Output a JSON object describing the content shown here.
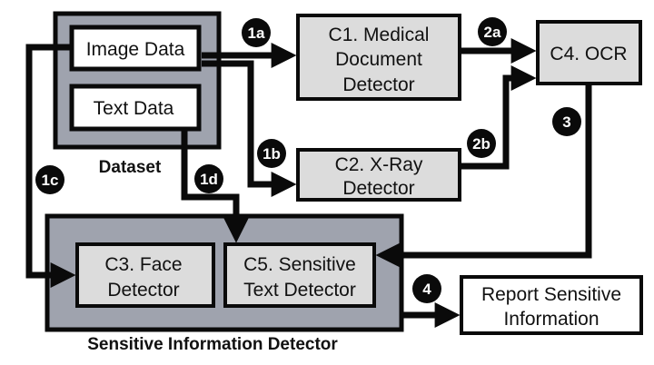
{
  "colors": {
    "container_fill": "#9fa3ae",
    "component_fill": "#dcdcdc",
    "data_fill": "#ffffff",
    "stroke": "#0a0a0a",
    "badge_fill": "#0a0a0a",
    "badge_text": "#ffffff"
  },
  "containers": {
    "dataset": {
      "label": "Dataset"
    },
    "sensitive_detector": {
      "label": "Sensitive Information Detector"
    }
  },
  "boxes": {
    "image_data": {
      "lines": [
        "Image Data"
      ]
    },
    "text_data": {
      "lines": [
        "Text Data"
      ]
    },
    "c1": {
      "lines": [
        "C1. Medical",
        "Document",
        "Detector"
      ]
    },
    "c2": {
      "lines": [
        "C2. X-Ray",
        "Detector"
      ]
    },
    "c3": {
      "lines": [
        "C3. Face",
        "Detector"
      ]
    },
    "c4": {
      "lines": [
        "C4. OCR"
      ]
    },
    "c5": {
      "lines": [
        "C5. Sensitive",
        "Text Detector"
      ]
    },
    "report": {
      "lines": [
        "Report Sensitive",
        "Information"
      ]
    }
  },
  "badges": {
    "b1a": "1a",
    "b1b": "1b",
    "b1c": "1c",
    "b1d": "1d",
    "b2a": "2a",
    "b2b": "2b",
    "b3": "3",
    "b4": "4"
  },
  "edges": [
    {
      "from": "Image Data",
      "to": "C1. Medical Document Detector",
      "step": "1a"
    },
    {
      "from": "Image Data",
      "to": "C2. X-Ray Detector",
      "step": "1b"
    },
    {
      "from": "Image Data",
      "to": "C3. Face Detector",
      "step": "1c"
    },
    {
      "from": "Text Data",
      "to": "C5. Sensitive Text Detector",
      "step": "1d"
    },
    {
      "from": "C1. Medical Document Detector",
      "to": "C4. OCR",
      "step": "2a"
    },
    {
      "from": "C2. X-Ray Detector",
      "to": "C4. OCR",
      "step": "2b"
    },
    {
      "from": "C4. OCR",
      "to": "C5. Sensitive Text Detector",
      "step": "3"
    },
    {
      "from": "Sensitive Information Detector",
      "to": "Report Sensitive Information",
      "step": "4"
    }
  ]
}
